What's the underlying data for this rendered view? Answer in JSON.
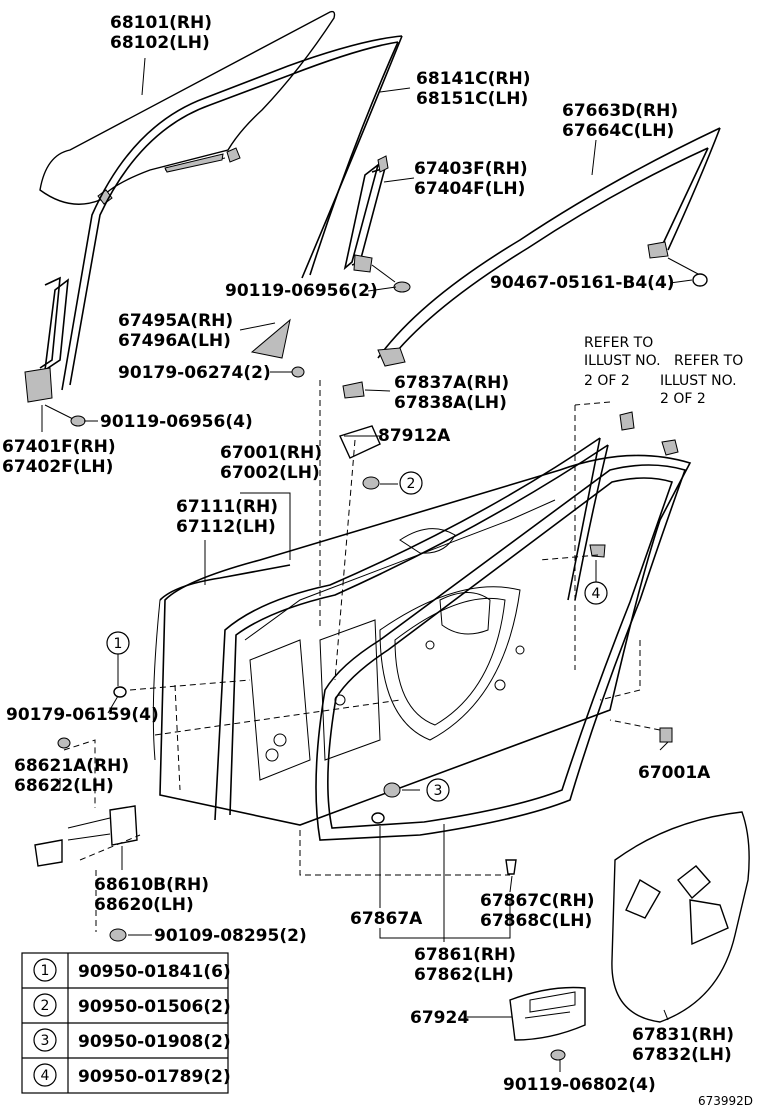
{
  "labels": {
    "p68101": "68101(RH)",
    "p68102": "68102(LH)",
    "p68141": "68141C(RH)",
    "p68151": "68151C(LH)",
    "p67663": "67663D(RH)",
    "p67664": "67664C(LH)",
    "p67403": "67403F(RH)",
    "p67404": "67404F(LH)",
    "p90119a": "90119-06956(2)",
    "p90467": "90467-05161-B4(4)",
    "p67495": "67495A(RH)",
    "p67496": "67496A(LH)",
    "p90179a": "90179-06274(2)",
    "p67837": "67837A(RH)",
    "p67838": "67838A(LH)",
    "p90119b": "90119-06956(4)",
    "p67401": "67401F(RH)",
    "p67402": "67402F(LH)",
    "p87912": "87912A",
    "p67001": "67001(RH)",
    "p67002": "67002(LH)",
    "p67111": "67111(RH)",
    "p67112": "67112(LH)",
    "p90179b": "90179-06159(4)",
    "p68621": "68621A(RH)",
    "p68622": "68622(LH)",
    "p67001a": "67001A",
    "p68610": "68610B(RH)",
    "p68620": "68620(LH)",
    "p90109": "90109-08295(2)",
    "p67867a": "67867A",
    "p67867c": "67867C(RH)",
    "p67868c": "67868C(LH)",
    "p67861": "67861(RH)",
    "p67862": "67862(LH)",
    "p67924": "67924",
    "p67831": "67831(RH)",
    "p67832": "67832(LH)",
    "p90119c": "90119-06802(4)",
    "figure_id": "673992D"
  },
  "refer_notes": {
    "refer1_line1": "REFER TO",
    "refer1_line2": "ILLUST NO.",
    "refer1_line3": "2 OF 2",
    "refer2_line1": "REFER TO",
    "refer2_line2": "ILLUST NO.",
    "refer2_line3": "2 OF 2"
  },
  "callouts": {
    "c1": "1",
    "c2": "2",
    "c3": "3",
    "c4": "4"
  },
  "legend": [
    {
      "num": "1",
      "part": "90950-01841(6)"
    },
    {
      "num": "2",
      "part": "90950-01506(2)"
    },
    {
      "num": "3",
      "part": "90950-01908(2)"
    },
    {
      "num": "4",
      "part": "90950-01789(2)"
    }
  ]
}
